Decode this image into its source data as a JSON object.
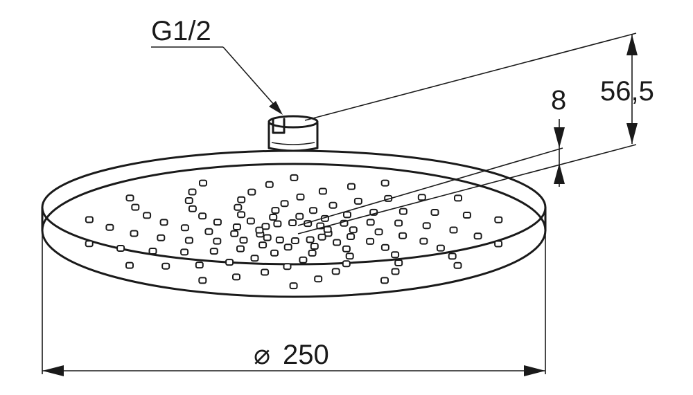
{
  "drawing": {
    "labels": {
      "thread": "G1/2",
      "height_total": "56,5",
      "height_plate": "8",
      "diameter_symbol": "⌀",
      "diameter_value": "250"
    },
    "line_color": "#1a1a1a",
    "background_color": "#ffffff"
  }
}
